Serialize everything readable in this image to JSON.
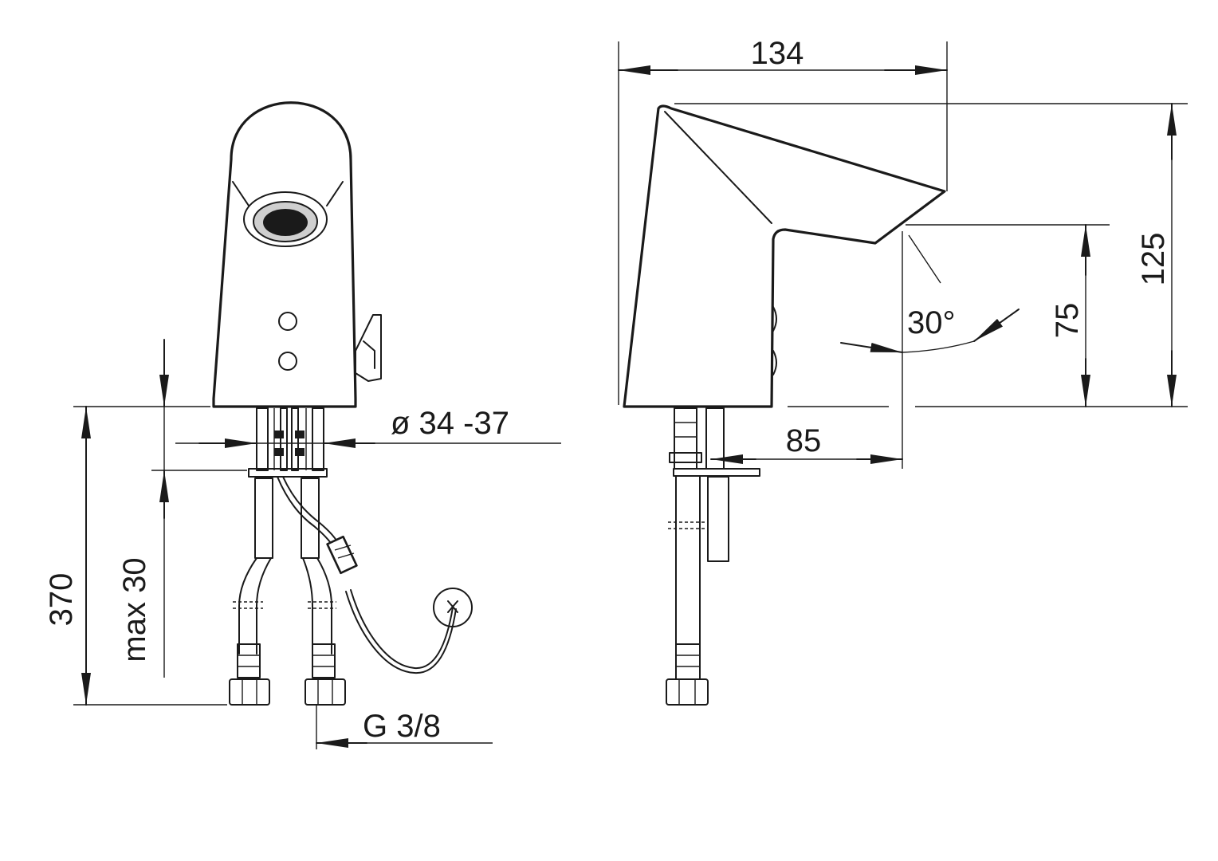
{
  "drawing": {
    "dimensions": {
      "overall_height": "370",
      "deck_thickness": "max 30",
      "hole_diameter": "ø 34 -37",
      "connection_thread": "G 3/8",
      "body_length": "134",
      "body_height": "125",
      "spout_height": "75",
      "spout_reach": "85",
      "sensor_angle": "30°"
    }
  }
}
